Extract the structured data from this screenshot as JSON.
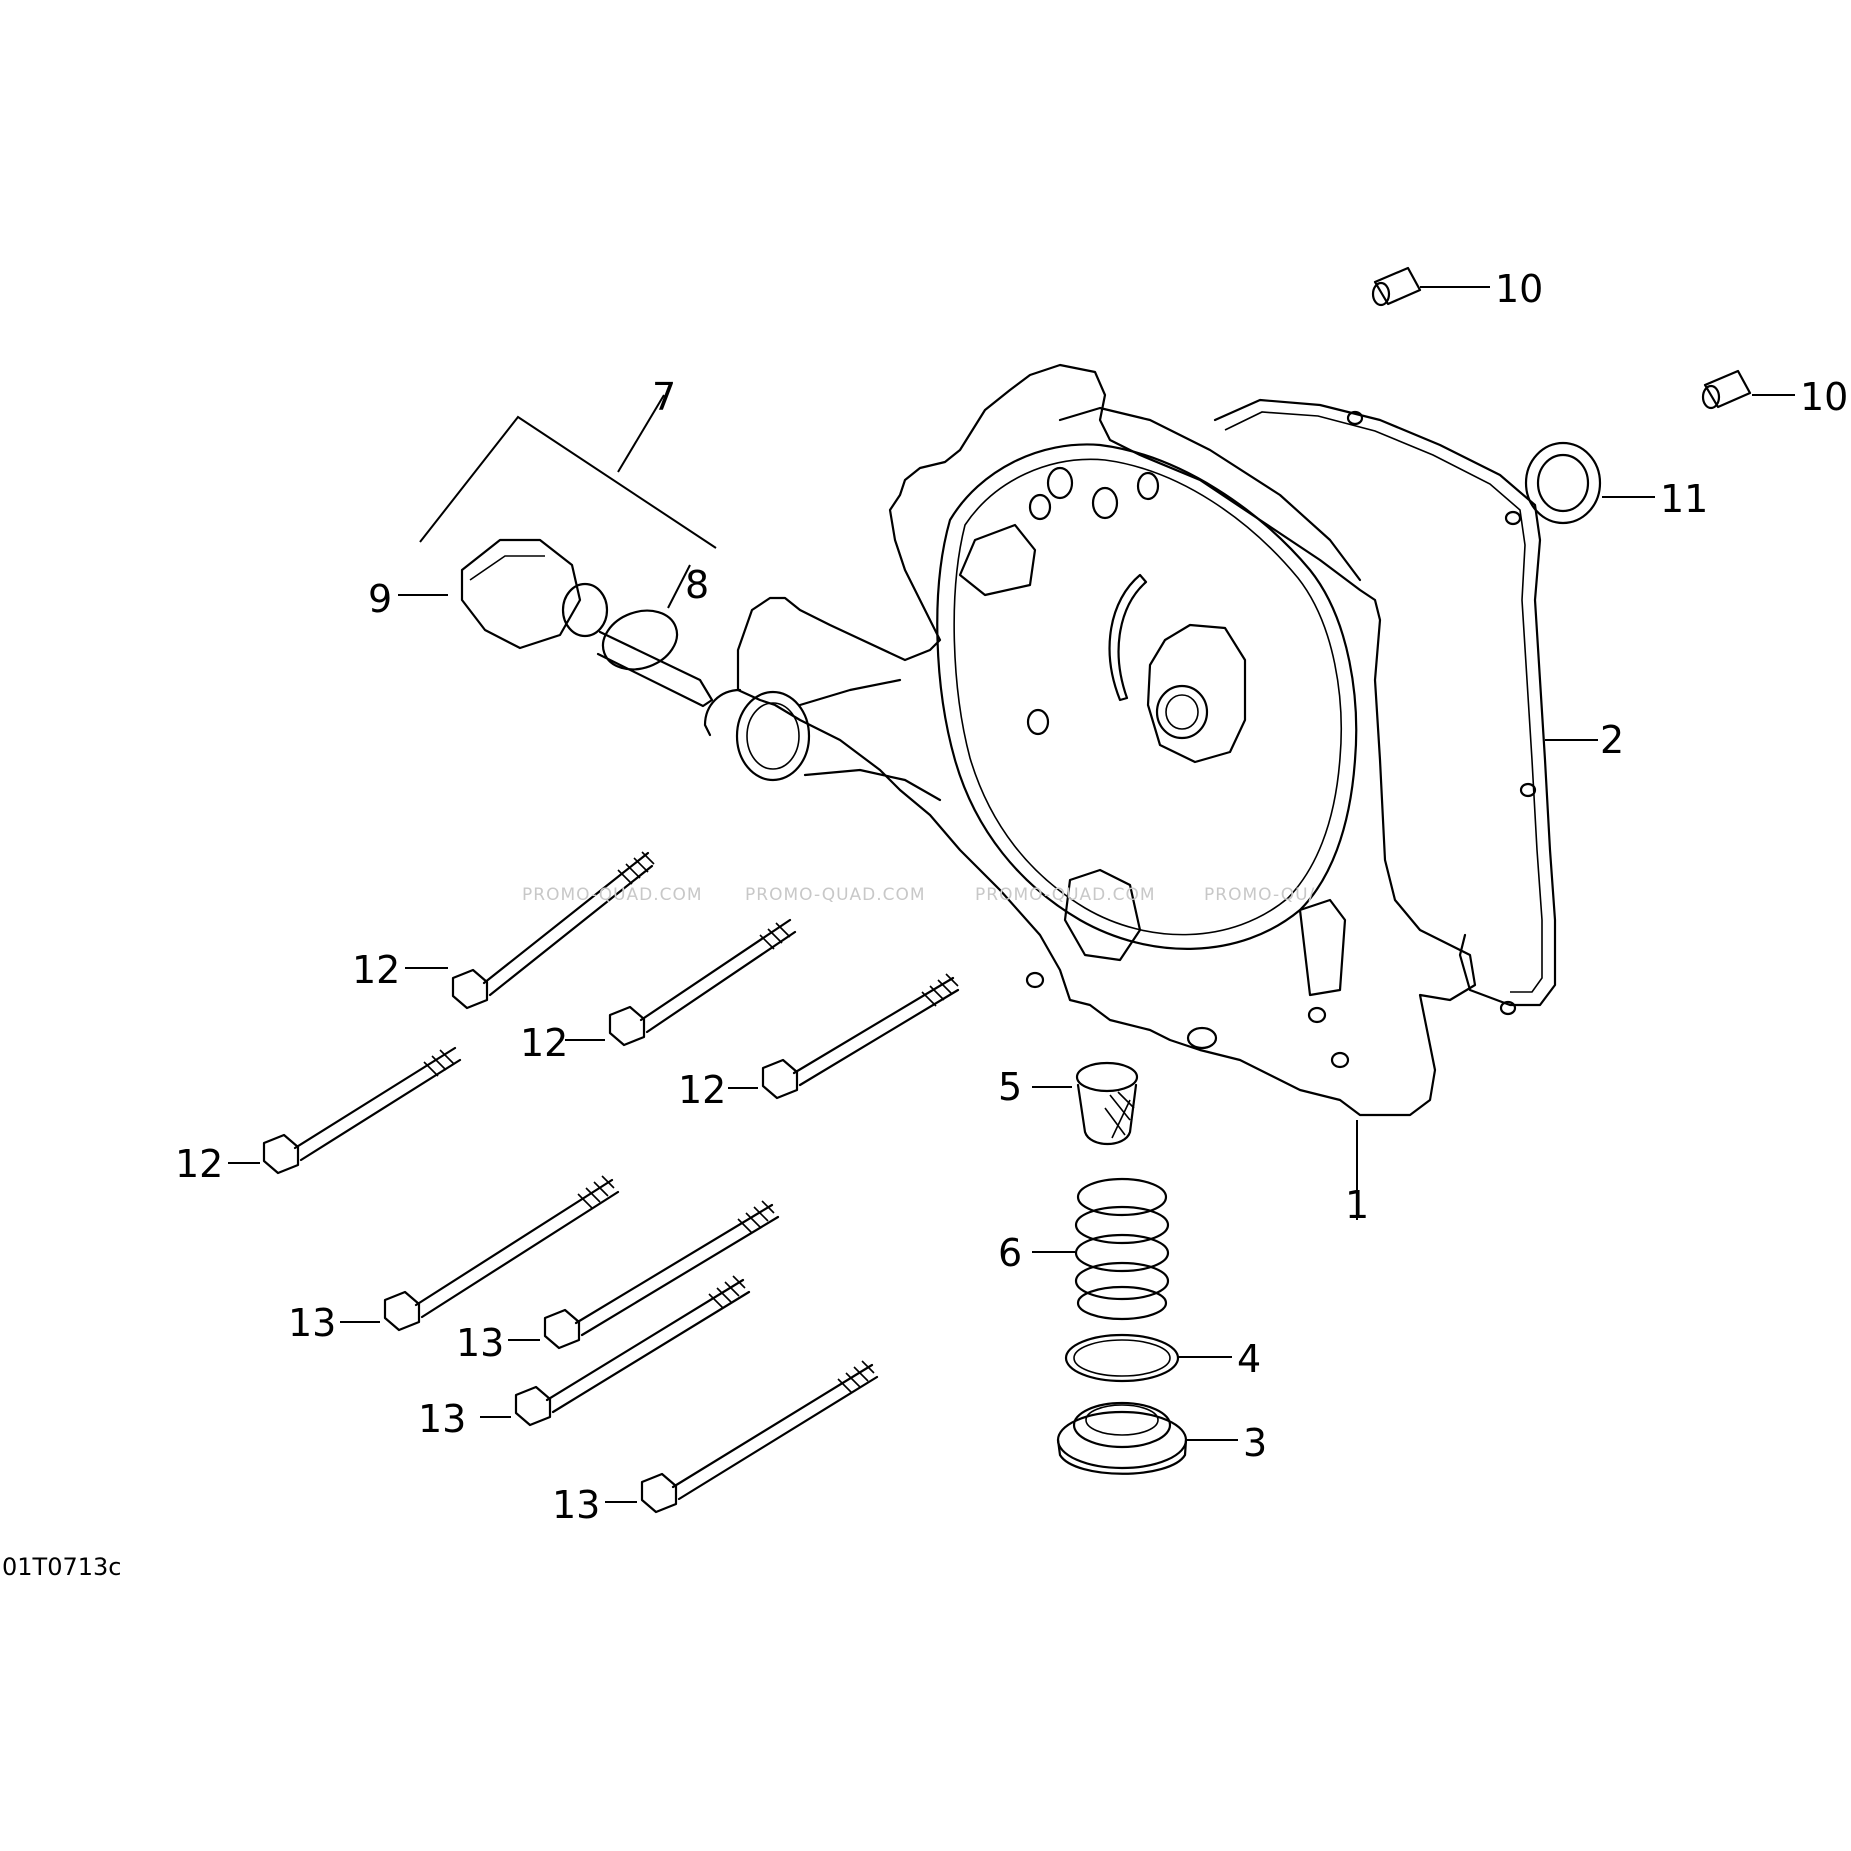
{
  "diagram_code": "01T0713c",
  "watermark": [
    "PROMO-QUAD.COM",
    "PROMO-QUAD.COM",
    "PROMO-QUAD.COM",
    "PROMO-QU/"
  ],
  "callouts": {
    "c1": "1",
    "c2": "2",
    "c3": "3",
    "c4": "4",
    "c5": "5",
    "c6": "6",
    "c7": "7",
    "c8": "8",
    "c9": "9",
    "c10a": "10",
    "c10b": "10",
    "c11": "11",
    "c12a": "12",
    "c12b": "12",
    "c12c": "12",
    "c12d": "12",
    "c13a": "13",
    "c13b": "13",
    "c13c": "13",
    "c13d": "13"
  }
}
